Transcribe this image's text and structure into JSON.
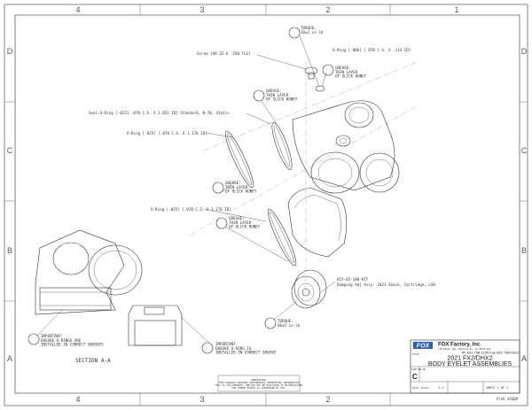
{
  "zones": {
    "columns": [
      "4",
      "3",
      "2",
      "1"
    ],
    "rows": [
      "D",
      "C",
      "B",
      "A"
    ]
  },
  "callouts": {
    "torque_top": "TORQUE:\n10±2 in-lb",
    "screw": "Screw [#0-32 X .250 TLG]",
    "oring_small": "O-Ring [-006] [.070 C.S. X .114 ID]",
    "grease": "GREASE:\nTHIN LAYER\nOF SLICK HONEY",
    "seal_oring": "Seal:O-Ring [-023] .070 C.S. X 1.051 ID] Standard, N-70, Static",
    "oring_025_a": "O-Ring [-025] [.070 C.S. X 1.176 ID]",
    "oring_025_b": "O-Ring [-025] [.070 C.S. X 1.176 ID]",
    "part_number": "815-02-188-KIT",
    "part_desc": "Damping Adj Assy: 2021 Shock, Cartridge, LSR",
    "torque_bottom": "TORQUE:\n60±5 in-lb",
    "important_left": "IMPORTANT:\nENSURE O-RINGS ARE\nINSTALLED IN CORRECT GROOVES",
    "important_right": "IMPORTANT:\nENSURE O-RING IS\nINSTALLED IN CORRECT GROOVE",
    "section": "SECTION  A-A"
  },
  "proprietary": "PROPRIETARY\nTHIS DRAWING CONTAINS CONFIDENTIAL PROPRIETARY INFORMATION\nTHAT IS FOX PROPERTY, AND MAY NOT BE DISCLOSED TO OR DUPLICATED\nFOR OTHERS EXCEPT AS AUTHORIZED BY FOX.",
  "title_block": {
    "logo": "FOX",
    "company": "FOX Factory, Inc.",
    "address": "130 Hangar Way, Watsonville, CA 95076 USA",
    "phone": "Ph 831-768-1100 Fax 831-768-9312",
    "title_label": "TITLE",
    "title_line1": "2021 FX2/DHX2",
    "title_line2": "BODY EYELET ASSEMBLIES",
    "size_label": "SIZE DWG NO.",
    "size": "C",
    "plot_scale_label": "PLOT SCALE",
    "plot_scale": "2:1",
    "sheet": "SHEET 1 OF 1",
    "footer": "ProE ASSEM"
  }
}
